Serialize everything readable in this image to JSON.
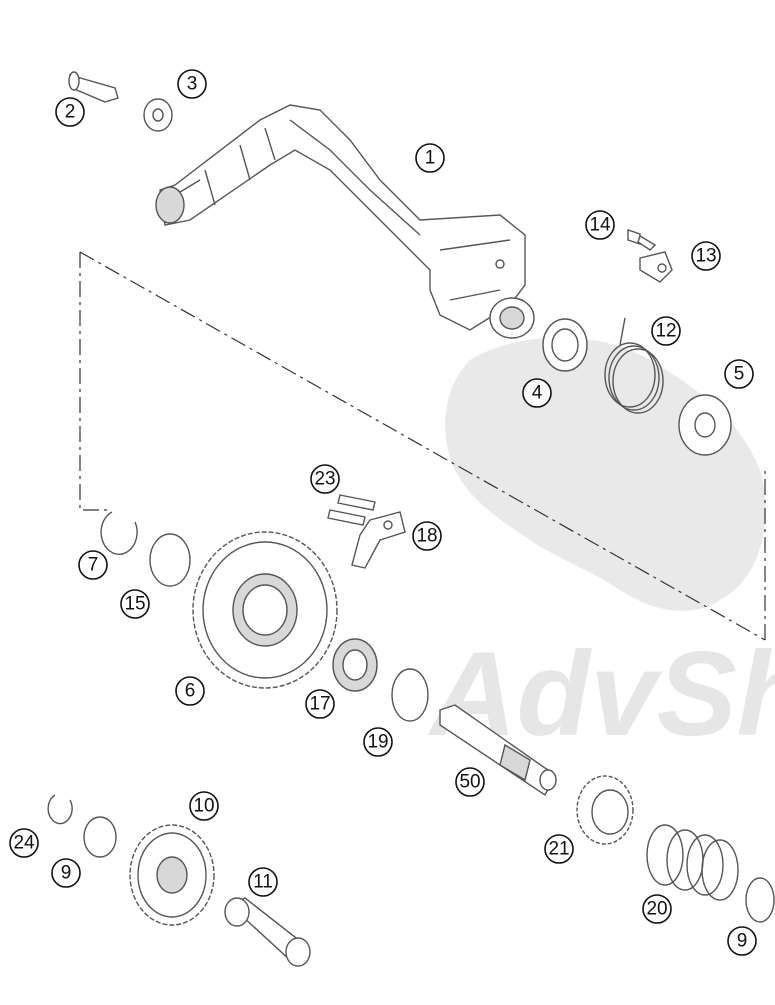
{
  "watermark": {
    "text": "AdvSh"
  },
  "callouts": [
    {
      "label": "1"
    },
    {
      "label": "2"
    },
    {
      "label": "3"
    },
    {
      "label": "14"
    },
    {
      "label": "13"
    },
    {
      "label": "12"
    },
    {
      "label": "4"
    },
    {
      "label": "5"
    },
    {
      "label": "23"
    },
    {
      "label": "18"
    },
    {
      "label": "7"
    },
    {
      "label": "15"
    },
    {
      "label": "6"
    },
    {
      "label": "17"
    },
    {
      "label": "19"
    },
    {
      "label": "50"
    },
    {
      "label": "10"
    },
    {
      "label": "24"
    },
    {
      "label": "9"
    },
    {
      "label": "11"
    },
    {
      "label": "21"
    },
    {
      "label": "20"
    },
    {
      "label": "9"
    }
  ]
}
